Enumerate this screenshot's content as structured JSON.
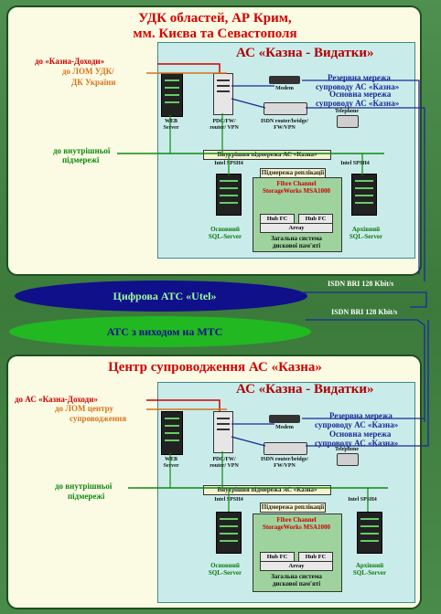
{
  "top": {
    "title_line1": "УДК областей, АР Крим,",
    "title_line2": "мм. Києва та Севастополя",
    "as_title": "АС «Казна - Видатки»",
    "left_red": "до «Казна-Доходи»",
    "left_orange1": "до ЛОМ УДК/",
    "left_orange2": "ДК України",
    "left_green1": "до внутрішньої",
    "left_green2": "підмережі",
    "web": "WEB Server",
    "pdc": "PDC/FW/ router/ VPN",
    "modem": "Modem",
    "isdn": "ISDN router/bridge/ FW/VPN",
    "telephone": "Telephone",
    "reserve1": "Резервна мережа",
    "reserve2": "супроводу АС «Казна»",
    "main1": "Основна мережа",
    "main2": "супроводу АС «Казна»",
    "internal_subnet": "Внутрішня підмережа АС «Казна»",
    "intel_left": "Intel SPSH4",
    "intel_right": "Intel SPSH4",
    "replication": "Підмережа реплікації",
    "fibre1": "Fibre Channel",
    "fibre2": "StorageWorks MSA1000",
    "hub": "Hub FC",
    "array": "Array",
    "disk1": "Загальна система",
    "disk2": "дискової пам'яті",
    "main_sql1": "Основний",
    "main_sql2": "SQL-Server",
    "arch_sql1": "Архівний",
    "arch_sql2": "SQL-Server"
  },
  "middle": {
    "cloud1": "Цифрова АТС «Utel»",
    "cloud2": "АТС з виходом на МТС",
    "isdn1": "ISDN BRI 128 Kbit/s",
    "isdn2": "ISDN BRI 128 Kbit/s"
  },
  "bottom": {
    "title": "Центр супроводження АС «Казна»",
    "as_title": "АС «Казна - Видатки»",
    "left_red": "до АС «Казна-Доходи»",
    "left_orange1": "до ЛОМ центру",
    "left_orange2": "супроводження",
    "left_green1": "до внутрішньої",
    "left_green2": "підмережі",
    "web": "WEB Server",
    "pdc": "PDC/FW/ router/ VPN",
    "modem": "Modem",
    "isdn": "ISDN router/bridge/ FW/VPN",
    "telephone": "Telephone",
    "reserve1": "Резервна мережа",
    "reserve2": "супроводу АС «Казна»",
    "main1": "Основна мережа",
    "main2": "супроводу АС «Казна»",
    "internal_subnet": "Внутрішня підмережа АС «Казна»",
    "intel_left": "Intel SPSH4",
    "intel_right": "Intel SPSH4",
    "replication": "Підмережа реплікації",
    "fibre1": "Fibre Channel",
    "fibre2": "StorageWorks MSA1000",
    "hub": "Hub FC",
    "array": "Array",
    "disk1": "Загальна система",
    "disk2": "дискової пам'яті",
    "main_sql1": "Основний",
    "main_sql2": "SQL-Server",
    "arch_sql1": "Архівний",
    "arch_sql2": "SQL-Server"
  }
}
